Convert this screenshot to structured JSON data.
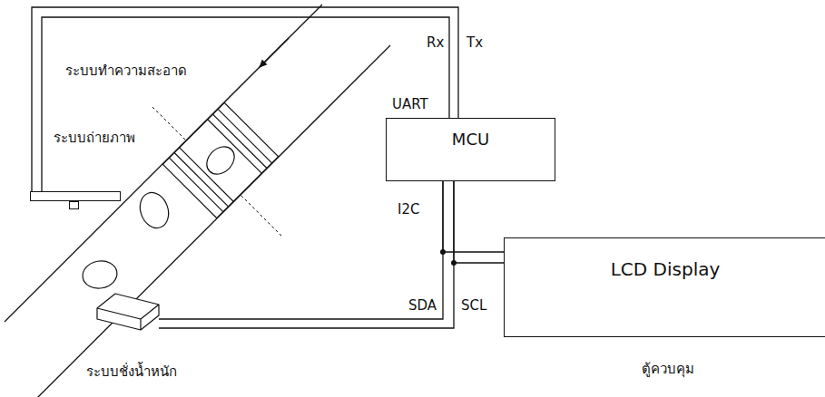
{
  "diagram": {
    "nodes": [
      {
        "text": [
          "MCU"
        ]
      },
      {
        "text": [
          "LCD Display"
        ]
      },
      {
        "text": [
          "ระบบถ่ายภาพ"
        ]
      },
      {
        "text": [
          "ระบบชั่งน้ำหนัก"
        ]
      }
    ],
    "edges": [
      {
        "from": 2,
        "to": 0,
        "arrow": "none"
      },
      {
        "from": 3,
        "to": 0,
        "arrow": "none"
      },
      {
        "from": 1,
        "to": 0,
        "arrow": "none"
      }
    ],
    "labels": [
      "Rx",
      "Tx",
      "UART",
      "I2C",
      "SDA",
      "SCL",
      "ระบบทำความสะอาด",
      "ตู้ควบคุม"
    ]
  }
}
